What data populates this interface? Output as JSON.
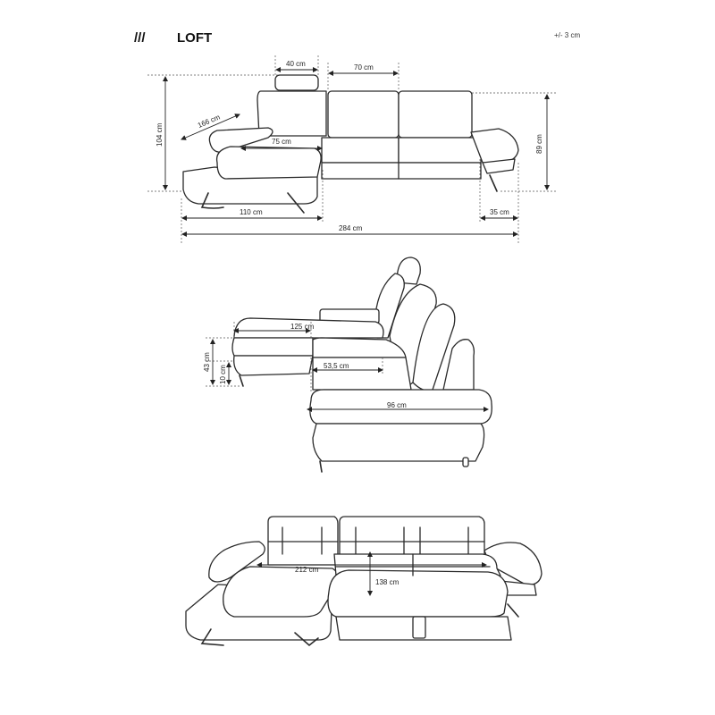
{
  "header": {
    "brand_mark": "///",
    "title": "LOFT",
    "tolerance": "+/- 3 cm"
  },
  "front_view": {
    "headrest_width": "40 cm",
    "back_cushion_width": "70 cm",
    "armrest_diagonal": "166 cm",
    "total_height": "104 cm",
    "back_height": "89 cm",
    "chaise_seat_width": "75 cm",
    "chaise_width": "110 cm",
    "armrest_width": "35 cm",
    "total_width": "284 cm"
  },
  "side_view": {
    "chaise_length": "125 cm",
    "seat_height": "43 cm",
    "leg_height": "10 cm",
    "seat_depth": "53,5 cm",
    "total_depth": "96 cm"
  },
  "bed_view": {
    "bed_length": "212 cm",
    "bed_width": "138 cm"
  }
}
